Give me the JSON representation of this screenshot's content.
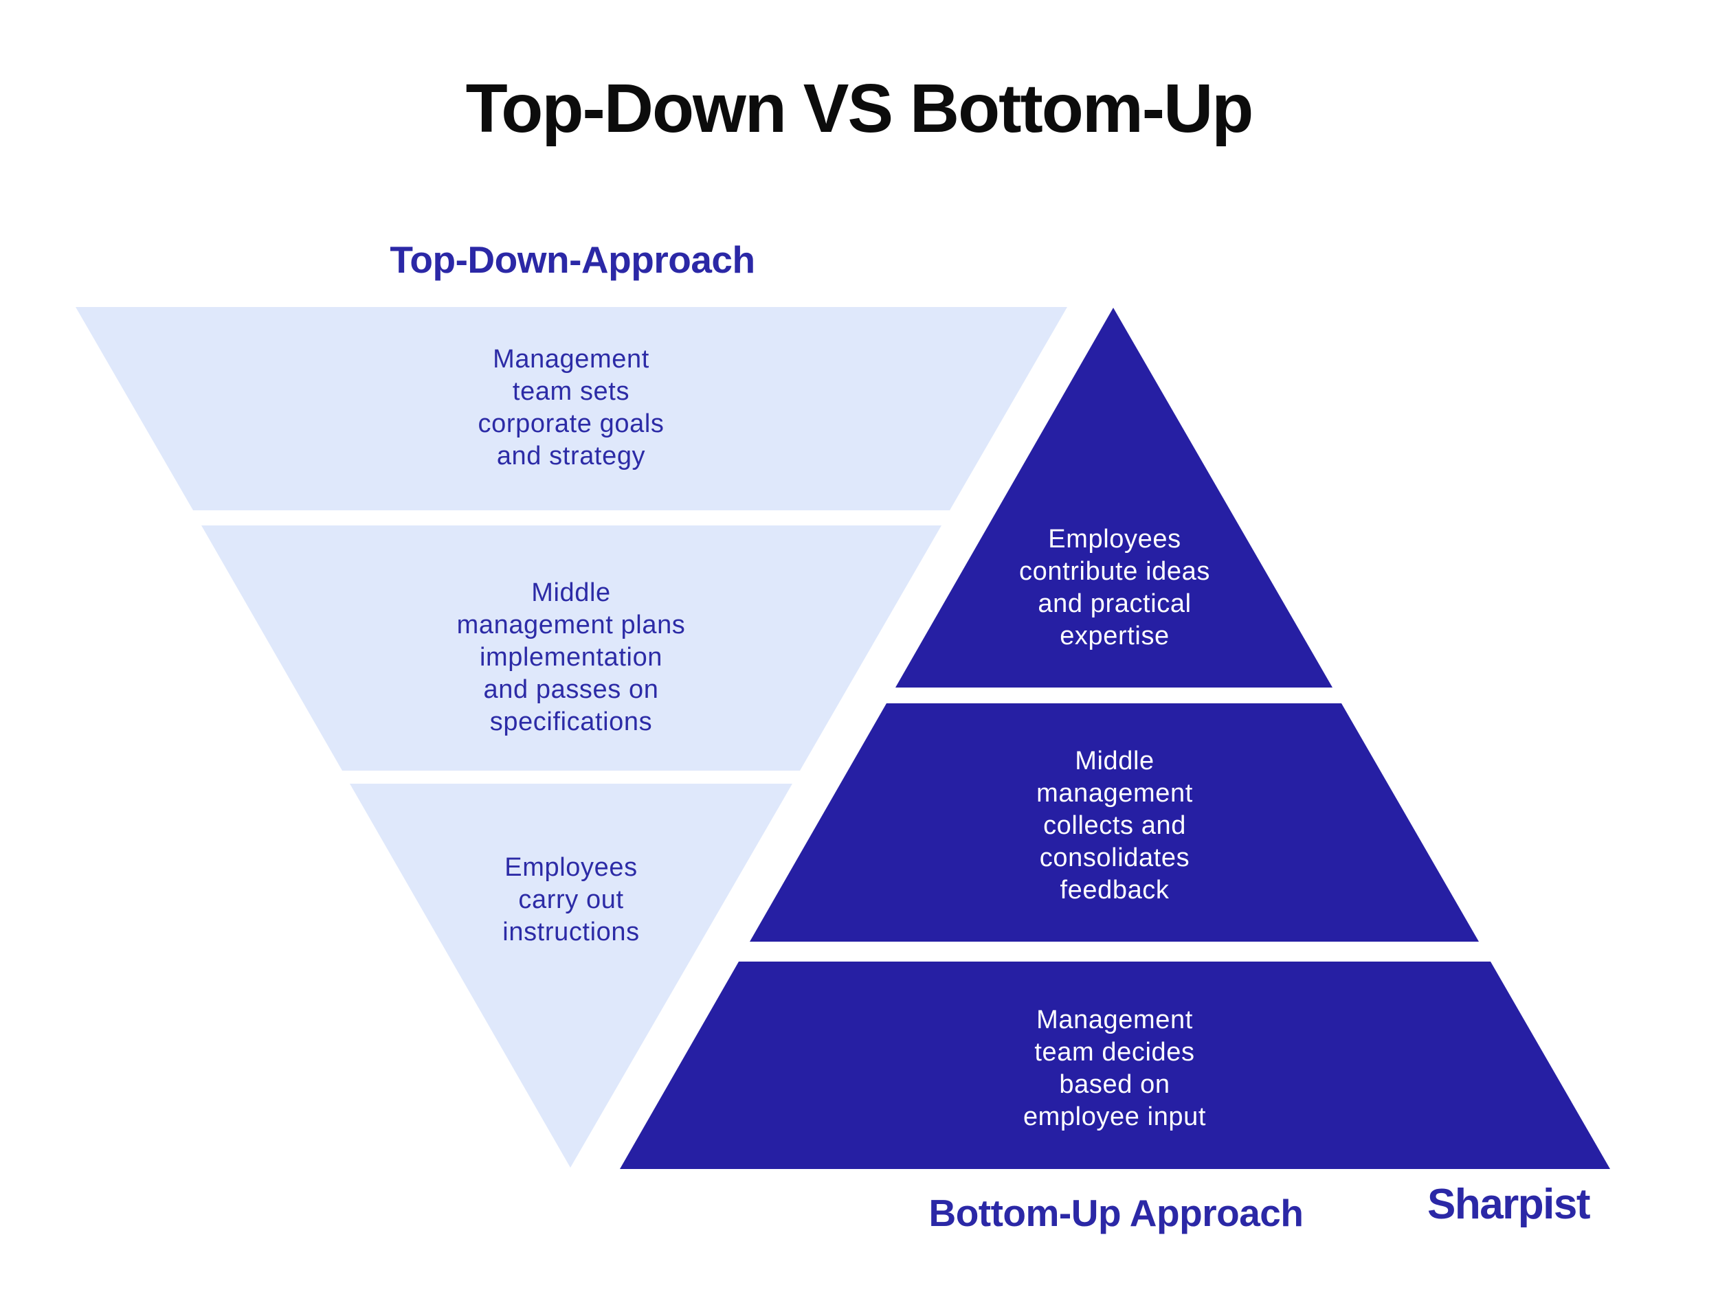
{
  "title": "Top-Down VS Bottom-Up",
  "colors": {
    "title": "#0c0c0c",
    "accent_blue": "#2b28a6",
    "pyramid_light": "#dfe8fb",
    "pyramid_dark": "#261fa3",
    "text_on_light": "#2c2ba6",
    "text_on_dark": "#ffffff"
  },
  "top_down": {
    "label": "Top-Down-Approach",
    "segments": [
      {
        "level": "top",
        "text": "Management\nteam sets\ncorporate goals\nand strategy"
      },
      {
        "level": "middle",
        "text": "Middle\nmanagement plans\nimplementation\nand passes on\nspecifications"
      },
      {
        "level": "bottom",
        "text": "Employees\ncarry out\ninstructions"
      }
    ]
  },
  "bottom_up": {
    "label": "Bottom-Up Approach",
    "segments": [
      {
        "level": "top",
        "text": "Employees\ncontribute ideas\nand practical\nexpertise"
      },
      {
        "level": "middle",
        "text": "Middle\nmanagement\ncollects and\nconsolidates\nfeedback"
      },
      {
        "level": "bottom",
        "text": "Management\nteam decides\nbased on\nemployee input"
      }
    ]
  },
  "brand": {
    "logo_text": "Sharpist"
  }
}
